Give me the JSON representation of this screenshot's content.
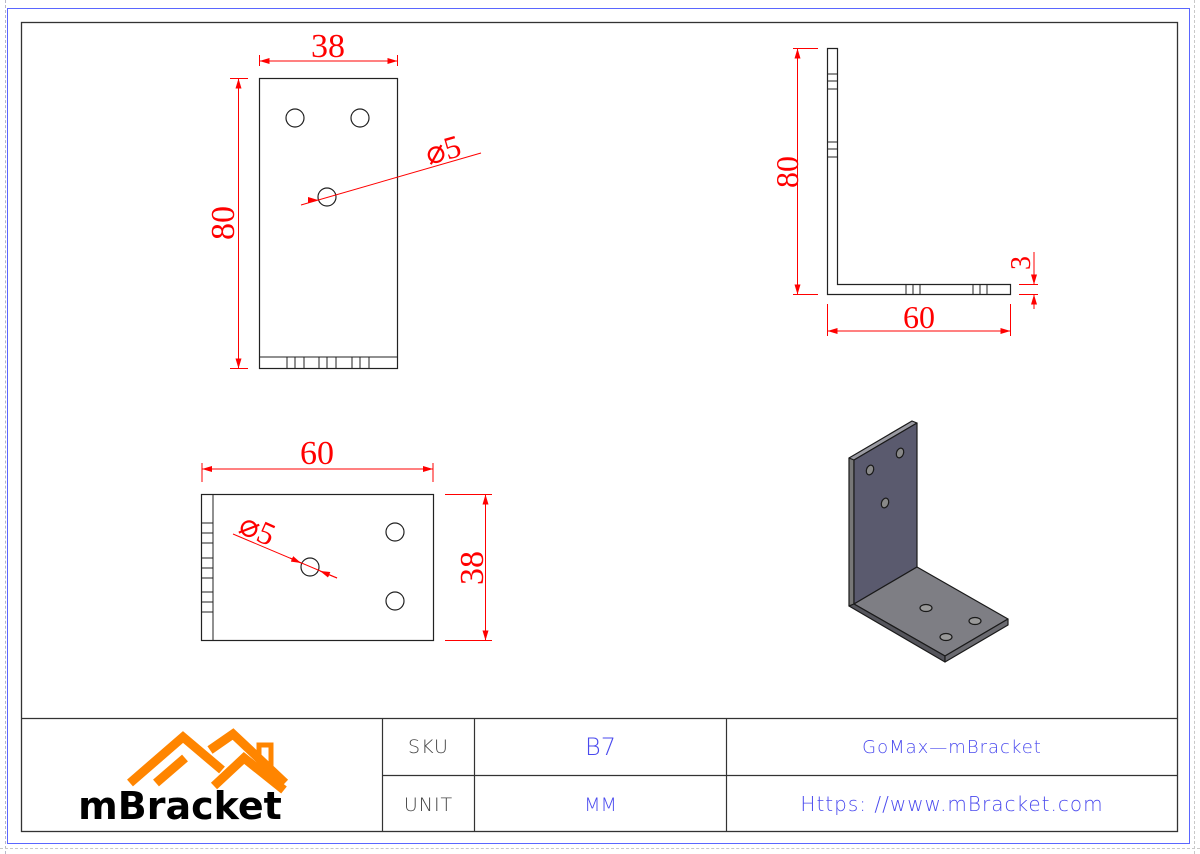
{
  "drawing": {
    "front_view": {
      "width_dim": "38",
      "height_dim": "80",
      "hole_dim": "⌀5"
    },
    "side_view": {
      "height_dim": "80",
      "length_dim": "60",
      "thickness_dim": "3"
    },
    "top_view": {
      "length_dim": "60",
      "width_dim": "38",
      "hole_dim": "⌀5"
    },
    "iso_view": {
      "description": "3D isometric L-bracket with holes"
    },
    "colors": {
      "dimension": "#ff0000",
      "outline": "#222222",
      "border_outer": "#5a66ff",
      "logo_orange": "#ff8c00",
      "value_text": "#4a4aee"
    }
  },
  "title_block": {
    "logo_text": "mBracket",
    "sku_label": "SKU",
    "sku_value": "B7",
    "unit_label": "UNIT",
    "unit_value": "MM",
    "product_name": "GoMax—mBracket",
    "website": "Https: //www.mBracket.com"
  }
}
